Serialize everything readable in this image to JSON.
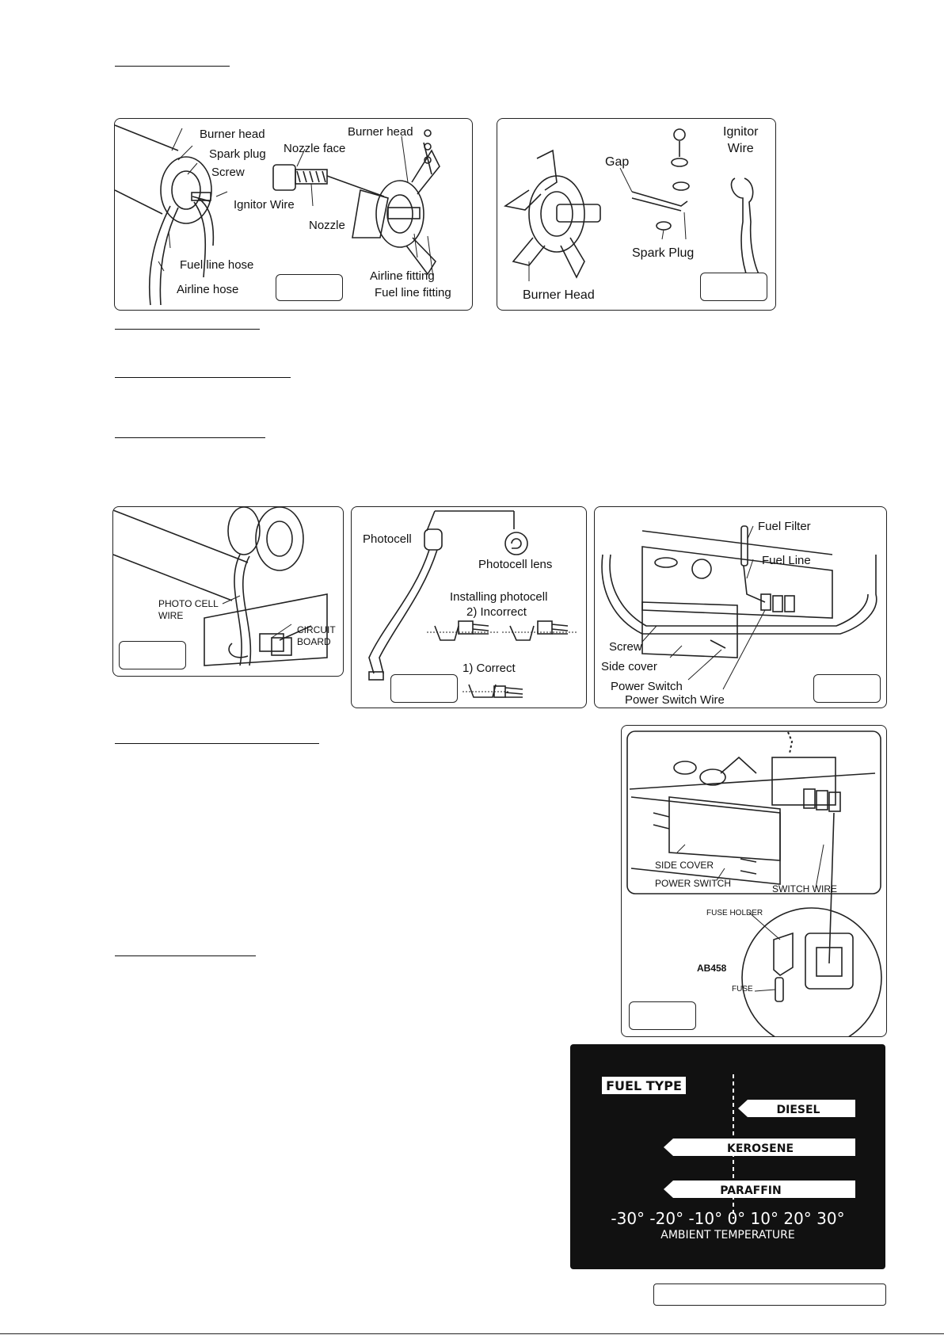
{
  "figure1": {
    "labels": {
      "burner_head_1": "Burner head",
      "spark_plug": "Spark plug",
      "screw": "Screw",
      "nozzle_face": "Nozzle face",
      "burner_head_2": "Burner head",
      "ignitor_wire": "Ignitor Wire",
      "nozzle": "Nozzle",
      "fuel_line_hose": "Fuel line hose",
      "airline_hose": "Airline hose",
      "airline_fitting": "Airline fitting",
      "fuel_line_fitting": "Fuel line fitting"
    }
  },
  "figure2": {
    "labels": {
      "ignitor_wire": "Ignitor\nWire",
      "gap": "Gap",
      "spark_plug": "Spark Plug",
      "burner_head": "Burner Head"
    }
  },
  "figure3": {
    "labels": {
      "photo_cell_wire": "PHOTO CELL\nWIRE",
      "circuit_board": "CIRCUIT\nBOARD"
    }
  },
  "figure4": {
    "labels": {
      "photocell": "Photocell",
      "photocell_lens": "Photocell lens",
      "installing": "Installing photocell",
      "incorrect": "2) Incorrect",
      "correct": "1) Correct"
    }
  },
  "figure5": {
    "labels": {
      "fuel_filter": "Fuel Filter",
      "fuel_line": "Fuel Line",
      "screw": "Screw",
      "side_cover": "Side cover",
      "power_switch": "Power Switch",
      "power_switch_wire": "Power Switch Wire"
    }
  },
  "figure6": {
    "labels": {
      "side_cover": "SIDE COVER",
      "power_switch": "POWER SWITCH",
      "switch_wire": "SWITCH WIRE",
      "fuse_holder": "FUSE HOLDER",
      "ab458": "AB458",
      "fuse": "FUSE"
    }
  },
  "fuel_chart": {
    "title": "FUEL TYPE",
    "fuels": [
      "DIESEL",
      "KEROSENE",
      "PARAFFIN"
    ],
    "scale": "-30° -20° -10° 0° 10° 20° 30°",
    "xlabel": "AMBIENT TEMPERATURE"
  }
}
